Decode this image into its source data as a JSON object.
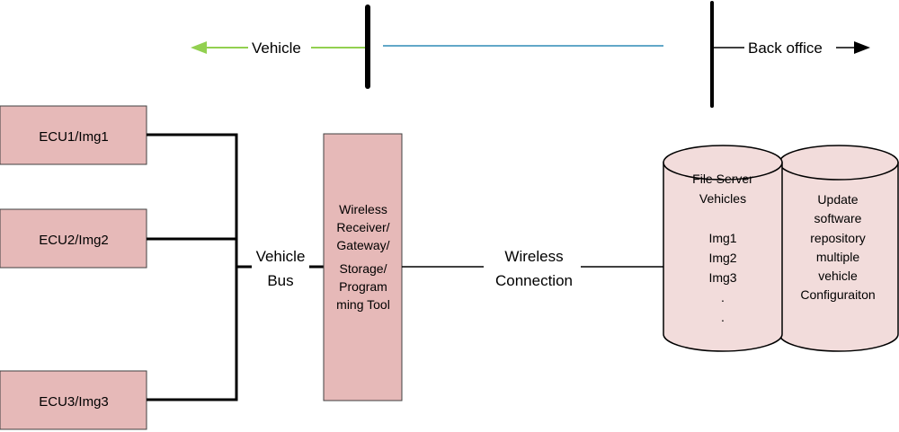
{
  "boundary": {
    "vehicle_label": "Vehicle",
    "back_office_label": "Back office",
    "vehicle_arrow_color": "#92d050",
    "link_color": "#2e8bb6"
  },
  "ecus": [
    {
      "label": "ECU1/Img1"
    },
    {
      "label": "ECU2/Img2"
    },
    {
      "label": "ECU3/Img3"
    }
  ],
  "bus": {
    "line1": "Vehicle",
    "line2": "Bus"
  },
  "gateway": {
    "lines": [
      "Wireless",
      "Receiver/",
      "Gateway/",
      "Storage/",
      "Program",
      "ming Tool"
    ]
  },
  "wireless": {
    "line1": "Wireless",
    "line2": "Connection"
  },
  "file_server": {
    "lines": [
      "File Server",
      "Vehicles",
      "",
      "Img1",
      "Img2",
      "Img3",
      ".",
      "."
    ]
  },
  "repository": {
    "lines": [
      "Update",
      "software",
      "repository",
      "multiple",
      "vehicle",
      "Configuraiton"
    ]
  },
  "colors": {
    "box_fill": "#e6b9b8",
    "cylinder_fill": "#f2dcdb"
  }
}
